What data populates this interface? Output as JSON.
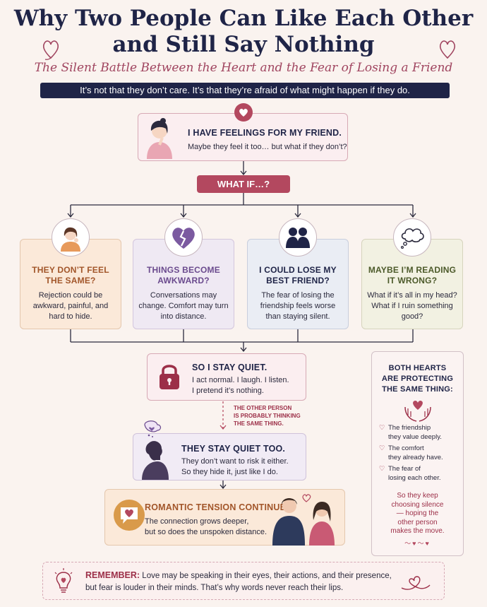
{
  "title": {
    "line1": "Why Two People Can Like Each Other",
    "line2": "and Still Say Nothing"
  },
  "subtitle": "The Silent Battle Between the Heart and the Fear of Losing a Friend",
  "banner": "It’s not that they don’t care. It’s that they’re afraid of what might happen if they do.",
  "top_box": {
    "heading": "I HAVE FEELINGS FOR MY FRIEND.",
    "text": "Maybe they feel it too… but what if they don’t?"
  },
  "what_if": "WHAT IF…?",
  "cards": [
    {
      "heading": "THEY DON’T FEEL THE SAME?",
      "text": "Rejection could be awkward, painful, and hard to hide.",
      "icon": "worried-person-icon",
      "color": "#a2562a"
    },
    {
      "heading": "THINGS BECOME AWKWARD?",
      "text": "Conversations may change. Comfort may turn into distance.",
      "icon": "broken-heart-icon",
      "color": "#6b4b8e"
    },
    {
      "heading": "I COULD LOSE MY BEST FRIEND?",
      "text": "The fear of losing the friendship feels worse than staying silent.",
      "icon": "two-friends-icon",
      "color": "#1f2447"
    },
    {
      "heading": "MAYBE I’M READING IT WRONG?",
      "text": "What if it’s all in my head? What if I ruin something good?",
      "icon": "thought-bubble-icon",
      "color": "#4c5a2a"
    }
  ],
  "stay_quiet": {
    "heading": "SO I STAY QUIET.",
    "lines": [
      "I act normal. I laugh. I listen.",
      "I pretend it’s nothing."
    ]
  },
  "other_person_note": [
    "THE OTHER PERSON",
    "IS PROBABLY THINKING",
    "THE SAME THING."
  ],
  "quiet_too": {
    "heading": "THEY STAY QUIET TOO.",
    "lines": [
      "They don’t want to risk it either.",
      "So they hide it, just like I do."
    ]
  },
  "tension": {
    "heading": "ROMANTIC TENSION CONTINUES.",
    "lines": [
      "The connection grows deeper,",
      "but so does the unspoken distance."
    ]
  },
  "side_panel": {
    "heading": [
      "BOTH HEARTS",
      "ARE PROTECTING",
      "THE SAME THING:"
    ],
    "items": [
      [
        "The friendship",
        "they value deeply."
      ],
      [
        "The comfort",
        "they already have."
      ],
      [
        "The fear of",
        "losing each other."
      ]
    ],
    "closing": [
      "So they keep",
      "choosing silence",
      "— hoping the",
      "other person",
      "makes the move."
    ]
  },
  "remember": {
    "label": "REMEMBER:",
    "line1": "Love may be speaking in their eyes, their actions, and their presence,",
    "line2": "but fear is louder in their minds. That’s why words never reach their lips."
  },
  "colors": {
    "navy": "#1f2447",
    "rose": "#a04560",
    "pill": "#b3485f",
    "card_orange": "#fbe9d9",
    "card_purple": "#efe9f3",
    "card_blue": "#eaedf4",
    "card_green": "#f2f1e2"
  }
}
